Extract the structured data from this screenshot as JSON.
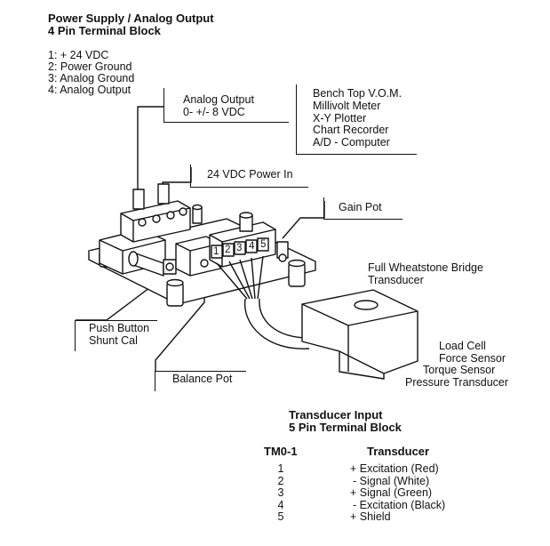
{
  "power_block": {
    "title_line1": "Power Supply / Analog Output",
    "title_line2": "4 Pin Terminal Block",
    "pins": [
      "1:  + 24 VDC",
      "2:  Power Ground",
      "3:  Analog Ground",
      "4:  Analog Output"
    ]
  },
  "analog_output": {
    "line1": "Analog Output",
    "line2": "0- +/- 8 VDC"
  },
  "instruments": [
    "Bench Top V.O.M.",
    "Millivolt Meter",
    "X-Y Plotter",
    "Chart Recorder",
    "A/D - Computer"
  ],
  "power_in": "24 VDC Power In",
  "gain_pot": "Gain Pot",
  "bridge": {
    "line1": "Full Wheatstone Bridge",
    "line2": "Transducer"
  },
  "push_button": {
    "line1": "Push Button",
    "line2": "Shunt Cal"
  },
  "balance_pot": "Balance Pot",
  "sensor_types": [
    "Load Cell",
    "Force Sensor",
    "Torque Sensor",
    "Pressure Transducer"
  ],
  "terminal_numbers": [
    "1",
    "2",
    "3",
    "4",
    "5"
  ],
  "transducer_block": {
    "title_line1": "Transducer Input",
    "title_line2": "5 Pin Terminal Block",
    "col1_header": "TM0-1",
    "col2_header": "Transducer",
    "rows": [
      {
        "pin": "1",
        "signal": "+ Excitation (Red)"
      },
      {
        "pin": "2",
        "signal": "- Signal (White)"
      },
      {
        "pin": "3",
        "signal": "+ Signal (Green)"
      },
      {
        "pin": "4",
        "signal": "- Excitation (Black)"
      },
      {
        "pin": "5",
        "signal": "+ Shield"
      }
    ]
  }
}
